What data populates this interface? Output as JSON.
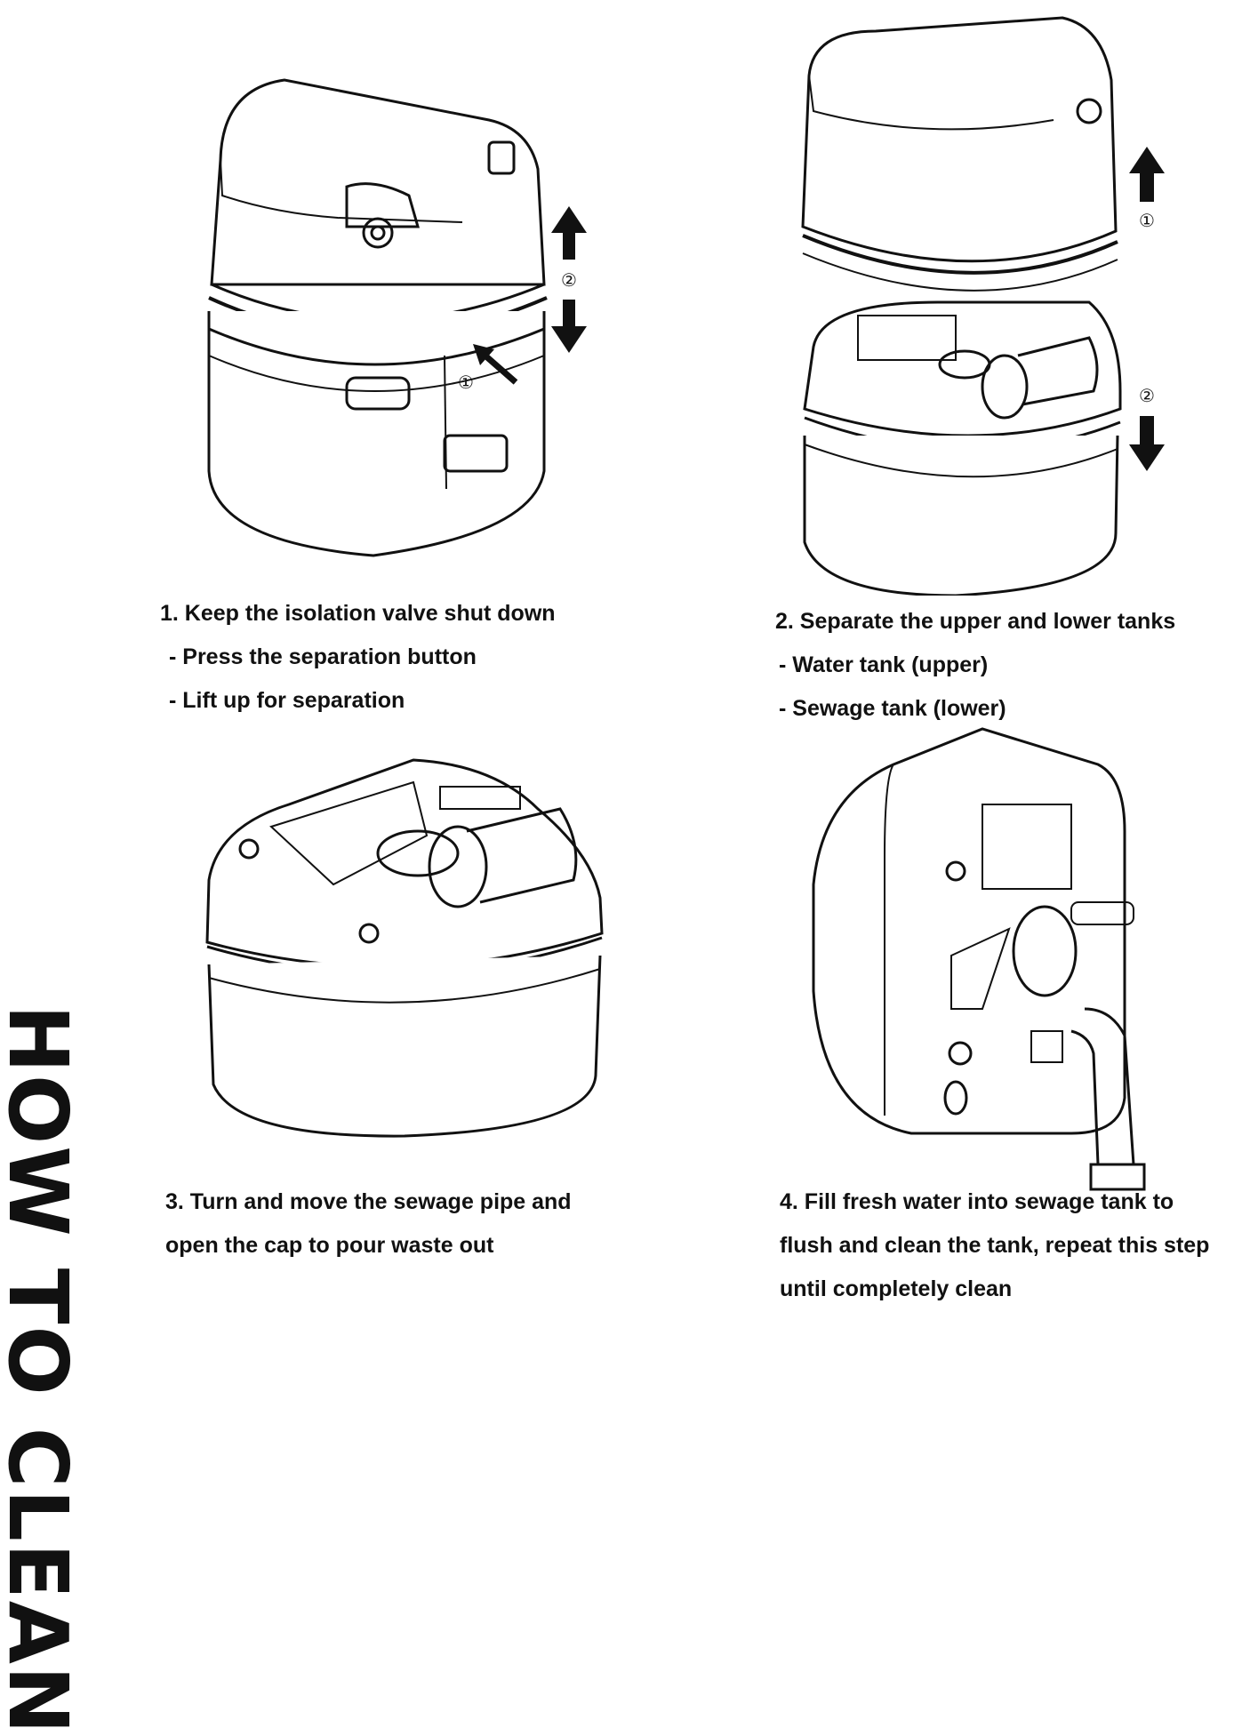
{
  "side_title": "HOW TO CLEAN",
  "steps": [
    {
      "lines": [
        "1. Keep the isolation valve shut down",
        " - Press the separation button",
        " - Lift up for separation"
      ]
    },
    {
      "lines": [
        "2. Separate the upper and lower tanks",
        " - Water tank (upper)",
        " - Sewage tank (lower)"
      ]
    },
    {
      "lines": [
        "3. Turn and move the sewage pipe and",
        "open the cap to pour waste out"
      ]
    },
    {
      "lines": [
        "4. Fill fresh water into sewage tank to",
        "flush and clean the tank, repeat this step",
        "until completely clean"
      ]
    }
  ],
  "markers": {
    "one": "①",
    "two": "②"
  }
}
